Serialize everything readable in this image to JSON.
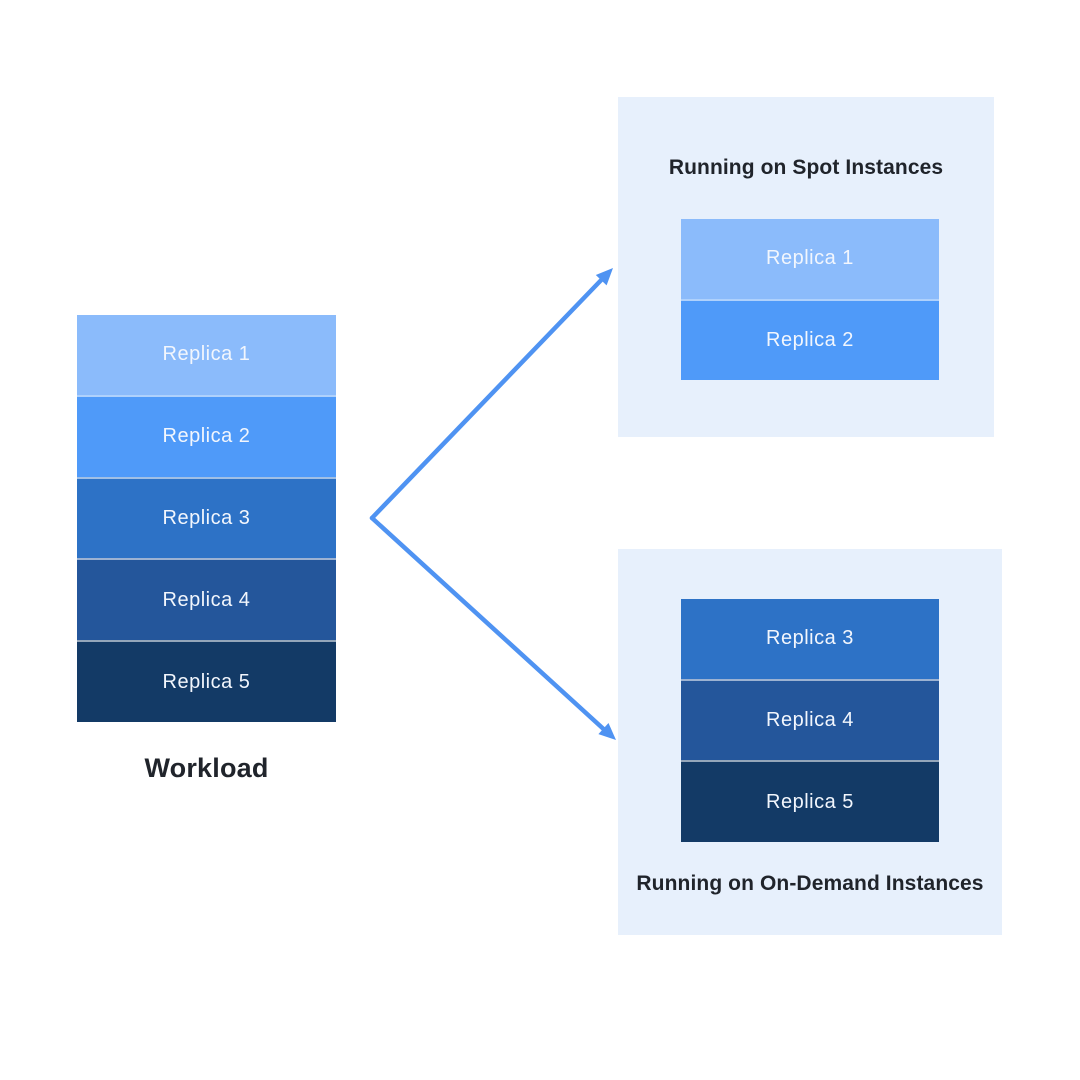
{
  "diagram": {
    "workload": {
      "label": "Workload",
      "replicas": [
        {
          "label": "Replica 1",
          "color": "#8BBBFB"
        },
        {
          "label": "Replica 2",
          "color": "#4F9AF9"
        },
        {
          "label": "Replica 3",
          "color": "#2D72C6"
        },
        {
          "label": "Replica 4",
          "color": "#24569B"
        },
        {
          "label": "Replica 5",
          "color": "#133A66"
        }
      ]
    },
    "spot_panel": {
      "title": "Running on Spot Instances",
      "replicas": [
        {
          "label": "Replica 1",
          "color": "#8BBBFB"
        },
        {
          "label": "Replica 2",
          "color": "#4F9AF9"
        }
      ]
    },
    "on_demand_panel": {
      "title": "Running on On-Demand Instances",
      "replicas": [
        {
          "label": "Replica 3",
          "color": "#2D72C6"
        },
        {
          "label": "Replica 4",
          "color": "#24569B"
        },
        {
          "label": "Replica 5",
          "color": "#133A66"
        }
      ]
    },
    "colors": {
      "canvas_bg": "#FFFFFF",
      "panel_bg": "#E7F0FC",
      "arrow": "#4F93F2",
      "title_text": "#20242B",
      "replica_text": "#F2F6FD"
    }
  }
}
